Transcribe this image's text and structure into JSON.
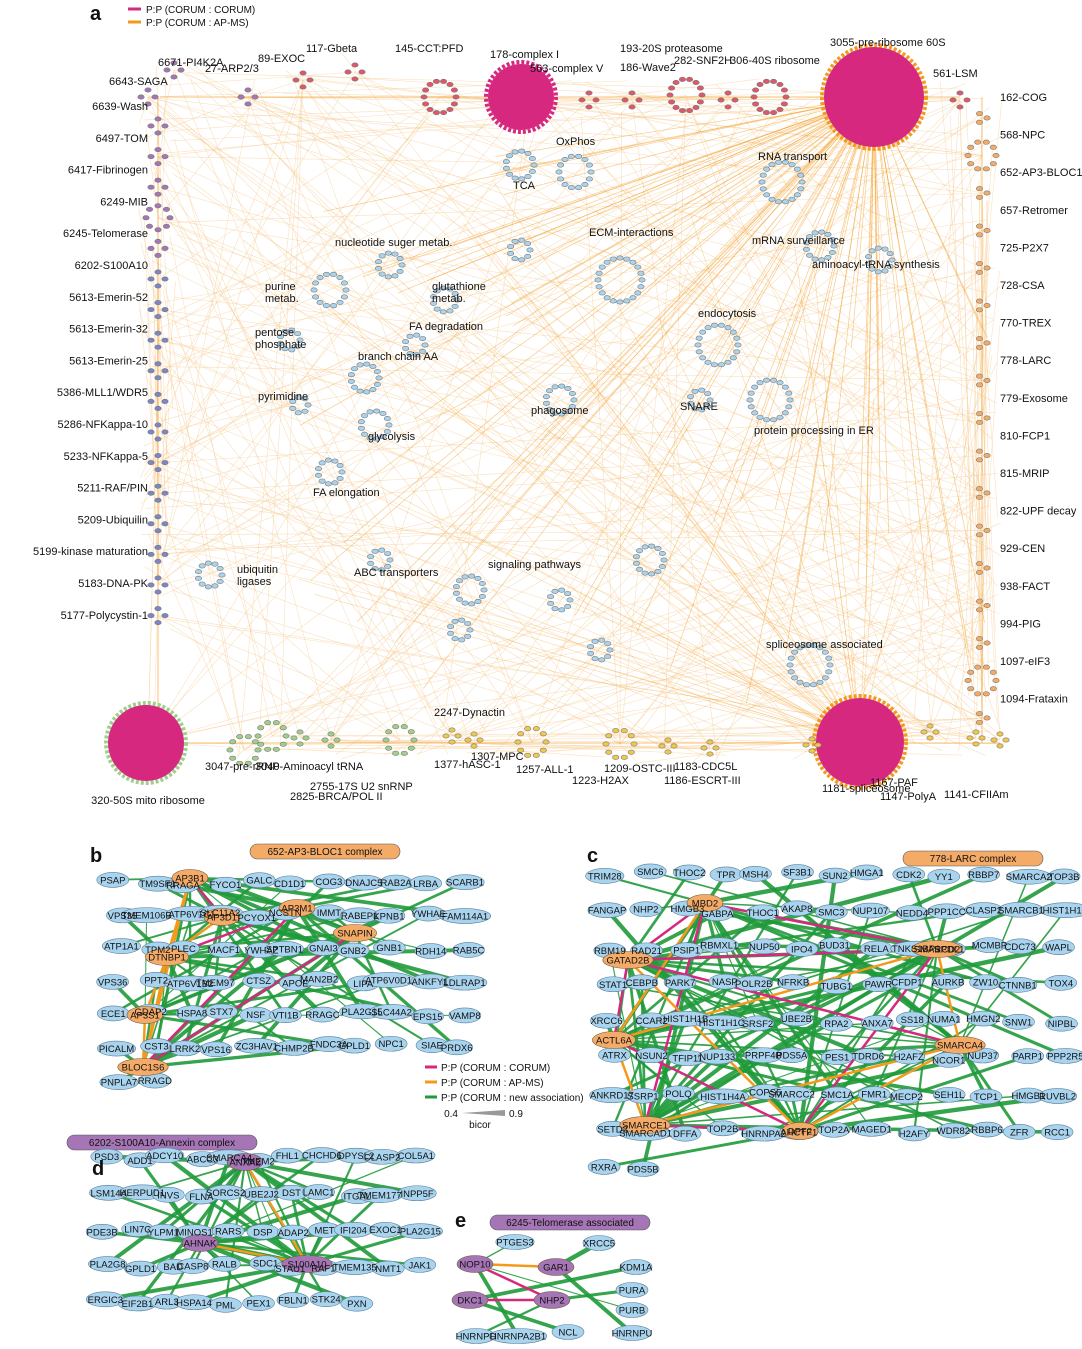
{
  "colors": {
    "corum_corum": "#d6287f",
    "corum_apms": "#f39a1e",
    "new_assoc": "#1f9a3a",
    "node_blue": "#a9d4ef",
    "node_orange": "#f4ab68",
    "node_purple": "#a675b6",
    "faint_edge": "#f6c98a"
  },
  "panel_a": {
    "letter": "a",
    "legend": [
      {
        "label": "P:P (CORUM : CORUM)",
        "color_key": "corum_corum"
      },
      {
        "label": "P:P (CORUM : AP-MS)",
        "color_key": "corum_apms"
      }
    ],
    "left_labels": [
      "6639-Wash",
      "6497-TOM",
      "6417-Fibrinogen",
      "6249-MIB",
      "6245-Telomerase",
      "6202-S100A10",
      "5613-Emerin-52",
      "5613-Emerin-32",
      "5613-Emerin-25",
      "5386-MLL1/WDR5",
      "5286-NFKappa-10",
      "5233-NFKappa-5",
      "5211-RAF/PIN",
      "5209-Ubiquilin",
      "5199-kinase maturation",
      "5183-DNA-PK",
      "5177-Polycystin-1"
    ],
    "right_labels": [
      "162-COG",
      "568-NPC",
      "652-AP3-BLOC1",
      "657-Retromer",
      "725-P2X7",
      "728-CSA",
      "770-TREX",
      "778-LARC",
      "779-Exosome",
      "810-FCP1",
      "815-MRIP",
      "822-UPF decay",
      "929-CEN",
      "938-FACT",
      "994-PIG",
      "1097-eIF3",
      "1094-Frataxin"
    ],
    "top_labels": [
      "6643-SAGA",
      "6671-PI4K2A",
      "27-ARP2/3",
      "89-EXOC",
      "117-Gbeta",
      "145-CCT:PFD",
      "178-complex I",
      "563-complex V",
      "186-Wave2",
      "193-20S proteasome",
      "282-SNF2H",
      "306-40S ribosome",
      "3055-pre-ribosome 60S",
      "561-LSM"
    ],
    "bottom_labels": [
      "320-50S mito ribosome",
      "3047-pre-rRNP",
      "3040-Aminoacyl tRNA",
      "2755-17S U2 snRNP",
      "2825-BRCA/POL II",
      "2247-Dynactin",
      "1307-MPC",
      "1377-hASC-1",
      "1257-ALL-1",
      "1223-H2AX",
      "1209-OSTC-III",
      "1186-ESCRT-III",
      "1183-CDC5L",
      "1181-spliceosome",
      "1167-PAF",
      "1147-PolyA",
      "1141-CFIIAm"
    ],
    "pathway_labels": [
      "OxPhos",
      "TCA",
      "RNA transport",
      "ECM-interactions",
      "mRNA surveillance",
      "aminoacyl-tRNA synthesis",
      "nucleotide suger metab.",
      "purine metab.",
      "glutathione metab.",
      "FA degradation",
      "pentose phosphate",
      "branch chain AA",
      "endocytosis",
      "pyrimidine",
      "glycolysis",
      "phagosome",
      "SNARE",
      "protein processing in ER",
      "FA elongation",
      "ubiquitin ligases",
      "ABC transporters",
      "signaling pathways",
      "spliceosome associated"
    ]
  },
  "legend_bcde": {
    "items": [
      {
        "label": "P:P (CORUM : CORUM)",
        "color_key": "corum_corum"
      },
      {
        "label": "P:P (CORUM : AP-MS)",
        "color_key": "corum_apms"
      },
      {
        "label": "P:P (CORUM : new association)",
        "color_key": "new_assoc"
      }
    ],
    "bicor_min": "0.4",
    "bicor_max": "0.9",
    "bicor_label": "bicor"
  },
  "panel_b": {
    "letter": "b",
    "complex_label": "652-AP3-BLOC1 complex",
    "hubs": [
      "AP3B1",
      "AP3D1",
      "AP3M1",
      "SNAPIN",
      "DTNBP1",
      "AP3S1",
      "BLOC1S6"
    ],
    "nodes": [
      "PSAP",
      "TM9SF1",
      "RRAGA",
      "FYCO1",
      "GALC",
      "CD1D1",
      "COG3",
      "DNAJC5",
      "RAB2A",
      "LRBA",
      "SCARB1",
      "VPS35",
      "TMEM106B",
      "ATP6V1C1",
      "SLC11A2",
      "PCYOX1",
      "NCSTN",
      "IMMT",
      "RABEP1",
      "KPNB1",
      "YWHAE",
      "FAM114A1",
      "ATP1A1",
      "TPM2",
      "PLEC",
      "MACF1",
      "YWHAZ",
      "SPTBN1",
      "GNAI3",
      "GNB2",
      "GNB1",
      "RDH14",
      "RAB5C",
      "VPS36",
      "PPT2",
      "ATP6V1B2",
      "TMEM97",
      "CTSZ",
      "APOE",
      "MAN2B2",
      "LIPA",
      "ATP6V0D1",
      "ANKFY1",
      "LDLRAP1",
      "ECE1",
      "GDAP2",
      "HSPA8",
      "STX7",
      "NSF",
      "VTI1B",
      "RRAGC",
      "PLA2G15",
      "SLC44A2",
      "EPS15",
      "VAMP8",
      "PICALM",
      "CST3",
      "LRRK2",
      "VPS16",
      "ZC3HAV1",
      "CHMP2B",
      "FNDC3A",
      "GPLD1",
      "NPC1",
      "SIAE",
      "PRDX6",
      "PNPLA7",
      "RRAGD"
    ]
  },
  "panel_c": {
    "letter": "c",
    "complex_label": "778-LARC complex",
    "hubs": [
      "MBD2",
      "SMARCD2",
      "GATAD2B",
      "ACTL6A",
      "SMARCA4",
      "SMARCE1",
      "DPF2"
    ],
    "nodes": [
      "TRIM28",
      "SMC6",
      "THOC2",
      "TPR",
      "MSH4",
      "SF3B1",
      "SUN2",
      "HMGA1",
      "CDK2",
      "YY1",
      "RBBP7",
      "SMARCA2",
      "TOP3B",
      "FANGAP",
      "NHP2",
      "HMGB3",
      "GABPA",
      "THOC1",
      "AKAP8",
      "SMC3",
      "NUP107",
      "NEDD4",
      "PPP1CC",
      "CLASP2",
      "SMARCB1",
      "HIST1H1D",
      "RBM19",
      "RAD21",
      "PSIP1",
      "RBMXL1",
      "NUP50",
      "IPO4",
      "BUD31",
      "RELA",
      "TNKS1BP1",
      "SPDL1",
      "MCMBP",
      "CDC73",
      "WAPL",
      "STAT1",
      "CEBPB",
      "PARK7",
      "NASP",
      "POLR2B",
      "NFRKB",
      "TUBG1",
      "PAWR",
      "CFDP1",
      "AURKB",
      "ZW10",
      "CTNNB1",
      "TOX4",
      "XRCC6",
      "CCAR2",
      "HIST1H1B",
      "HIST1H1C",
      "SRSF2",
      "UBE2B",
      "RPA2",
      "ANXA7",
      "SS18",
      "NUMA1",
      "HMGN2",
      "SNW1",
      "NIPBL",
      "ATRX",
      "NSUN2",
      "TFIP11",
      "NUP133",
      "PRPF4B",
      "PDS5A",
      "PES1",
      "TDRD6",
      "H2AFZ",
      "NCOR1",
      "NUP37",
      "PARP1",
      "PPP2R5",
      "ANKRD17",
      "SSRP1",
      "POLQ",
      "HIST1H4A",
      "COPS5",
      "SMARCC2",
      "SMC1A",
      "FMR1",
      "MECP2",
      "SEH1L",
      "TCP1",
      "HMGB1",
      "RUVBL2",
      "SETD2",
      "SMARCAD1",
      "DFFA",
      "TOP2B",
      "HNRNPA2",
      "AHCTF1",
      "TOP2A",
      "MAGED1",
      "H2AFY",
      "WDR82",
      "RBBP6",
      "ZFR",
      "RCC1",
      "RXRA",
      "PDS5B"
    ]
  },
  "panel_d": {
    "letter": "d",
    "complex_label": "6202-S100A10-Annexin complex",
    "hubs": [
      "ANXA2",
      "AHNAK",
      "S100A10"
    ],
    "nodes": [
      "PSD3",
      "ADD1",
      "ADCY10",
      "ABCC3",
      "SMARCA4",
      "TMEM2",
      "FHL1",
      "CHCHD6",
      "DPYSL2",
      "CLASP2",
      "COL5A1",
      "LSM14A",
      "HERPUD1",
      "INVS",
      "FLNA",
      "SORCS2",
      "UBE2J2",
      "DST",
      "LAMC1",
      "ITGAL",
      "TMEM177",
      "INPP5F",
      "PDE3B",
      "LIN7C",
      "YLPM1",
      "MINOS1",
      "RARS",
      "DSP",
      "ADAP2",
      "MET",
      "IFI204",
      "EXOC1",
      "PLA2G15",
      "PLA2G8",
      "GPLD1",
      "BAD",
      "CASP8",
      "RALB",
      "SDC1",
      "STAU1",
      "RAF1",
      "TMEM135",
      "NMT1",
      "JAK1",
      "ERGIC3",
      "EIF2B1",
      "ARL3",
      "HSPA14",
      "PML",
      "PEX1",
      "FBLN1",
      "STK24",
      "PXN"
    ]
  },
  "panel_e": {
    "letter": "e",
    "complex_label": "6245-Telomerase associated",
    "hubs": [
      "NOP10",
      "GAR1",
      "DKC1",
      "NHP2"
    ],
    "nodes": [
      "PTGES3",
      "XRCC5",
      "KDM1A",
      "PURA",
      "PURB",
      "HNRNPU",
      "NCL",
      "HNRNPD",
      "HNRNPA2B1"
    ]
  }
}
